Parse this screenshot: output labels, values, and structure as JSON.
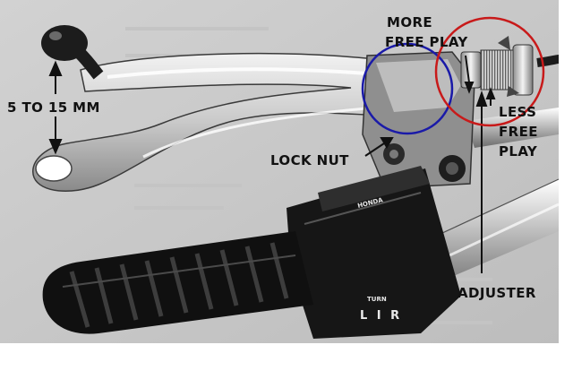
{
  "labels": {
    "range": "5 TO 15 MM",
    "more": "MORE",
    "free_play": "FREE PLAY",
    "less": "LESS",
    "free": "FREE",
    "play": "PLAY",
    "lock_nut": "LOCK NUT",
    "adjuster": "ADJUSTER",
    "turn": "TURN",
    "switch_lr": "L I R"
  },
  "colors": {
    "blue_circle": "#1a1aa8",
    "red_circle": "#c81a1a"
  }
}
